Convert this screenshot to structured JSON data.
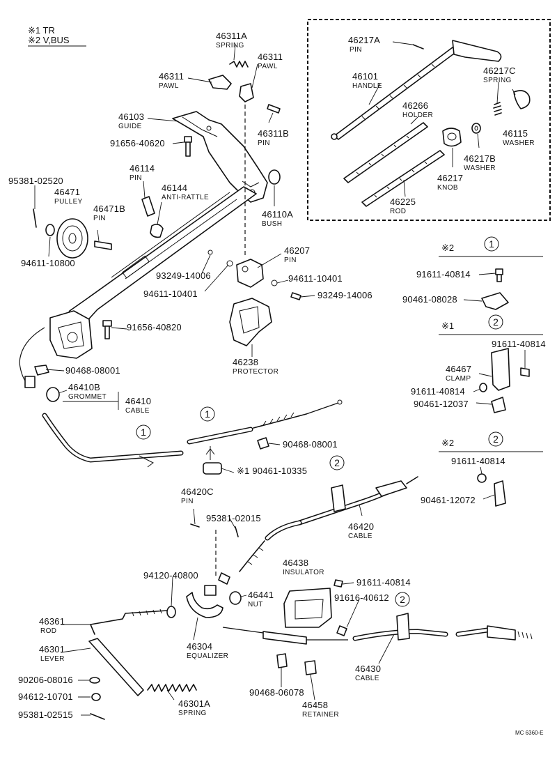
{
  "notes": {
    "n1": "※1 TR",
    "n2": "※2 V,BUS"
  },
  "parts": {
    "p46311A": {
      "num": "46311A",
      "name": "SPRING"
    },
    "p46311_r": {
      "num": "46311",
      "name": "PAWL"
    },
    "p46311_l": {
      "num": "46311",
      "name": "PAWL"
    },
    "p46103": {
      "num": "46103",
      "name": "GUIDE"
    },
    "p46311B": {
      "num": "46311B",
      "name": "PIN"
    },
    "p91656_40620": {
      "num": "91656-40620"
    },
    "p46114": {
      "num": "46114",
      "name": "PIN"
    },
    "p46144": {
      "num": "46144",
      "name": "ANTI-RATTLE"
    },
    "p95381_02520": {
      "num": "95381-02520"
    },
    "p46471": {
      "num": "46471",
      "name": "PULLEY"
    },
    "p46471B": {
      "num": "46471B",
      "name": "PIN"
    },
    "p94611_10800": {
      "num": "94611-10800"
    },
    "p46110A": {
      "num": "46110A",
      "name": "BUSH"
    },
    "p46207": {
      "num": "46207",
      "name": "PIN"
    },
    "p93249_14006a": {
      "num": "93249-14006"
    },
    "p94611_10401a": {
      "num": "94611-10401"
    },
    "p94611_10401b": {
      "num": "94611-10401"
    },
    "p93249_14006b": {
      "num": "93249-14006"
    },
    "p91656_40820": {
      "num": "91656-40820"
    },
    "p46238": {
      "num": "46238",
      "name": "PROTECTOR"
    },
    "p90468_08001a": {
      "num": "90468-08001"
    },
    "p46410B": {
      "num": "46410B",
      "name": "GROMMET"
    },
    "p46410": {
      "num": "46410",
      "name": "CABLE"
    },
    "p90468_08001b": {
      "num": "90468-08001"
    },
    "p90461_10335": {
      "num": "※1 90461-10335"
    },
    "p46420C": {
      "num": "46420C",
      "name": "PIN"
    },
    "p95381_02015": {
      "num": "95381-02015"
    },
    "p46420": {
      "num": "46420",
      "name": "CABLE"
    },
    "p94120_40800": {
      "num": "94120-40800"
    },
    "p46438": {
      "num": "46438",
      "name": "INSULATOR"
    },
    "p91611_40814c": {
      "num": "91611-40814"
    },
    "p91616_40612": {
      "num": "91616-40612"
    },
    "p46441": {
      "num": "46441",
      "name": "NUT"
    },
    "p46361": {
      "num": "46361",
      "name": "ROD"
    },
    "p46304": {
      "num": "46304",
      "name": "EQUALIZER"
    },
    "p46301": {
      "num": "46301",
      "name": "LEVER"
    },
    "p90206_08016": {
      "num": "90206-08016"
    },
    "p94612_10701": {
      "num": "94612-10701"
    },
    "p95381_02515": {
      "num": "95381-02515"
    },
    "p46301A": {
      "num": "46301A",
      "name": "SPRING"
    },
    "p90468_06078": {
      "num": "90468-06078"
    },
    "p46458": {
      "num": "46458",
      "name": "RETAINER"
    },
    "p46430": {
      "num": "46430",
      "name": "CABLE"
    },
    "p46217A": {
      "num": "46217A",
      "name": "PIN"
    },
    "p46101": {
      "num": "46101",
      "name": "HANDLE"
    },
    "p46217C": {
      "num": "46217C",
      "name": "SPRING"
    },
    "p46266": {
      "num": "46266",
      "name": "HOLDER"
    },
    "p46115": {
      "num": "46115",
      "name": "WASHER"
    },
    "p46217B": {
      "num": "46217B",
      "name": "WASHER"
    },
    "p46217": {
      "num": "46217",
      "name": "KNOB"
    },
    "p46225": {
      "num": "46225",
      "name": "ROD"
    }
  },
  "insets": {
    "one_a": {
      "tag": "※2",
      "circle": "1",
      "bolt": "91611-40814",
      "clamp": "90461-08028"
    },
    "two_a": {
      "tag": "※1",
      "circle": "2",
      "bolt_r": "91611-40814",
      "clamp": "46467",
      "clamp_name": "CLAMP",
      "bolt_l": "91611-40814",
      "clip": "90461-12037"
    },
    "two_b": {
      "tag": "※2",
      "circle": "2",
      "bolt": "91611-40814",
      "clip": "90461-12072"
    }
  },
  "callouts": {
    "c1a": "1",
    "c1b": "1",
    "c2a": "2",
    "c2b": "2"
  },
  "footer": {
    "ref": "MC 6360-E"
  }
}
